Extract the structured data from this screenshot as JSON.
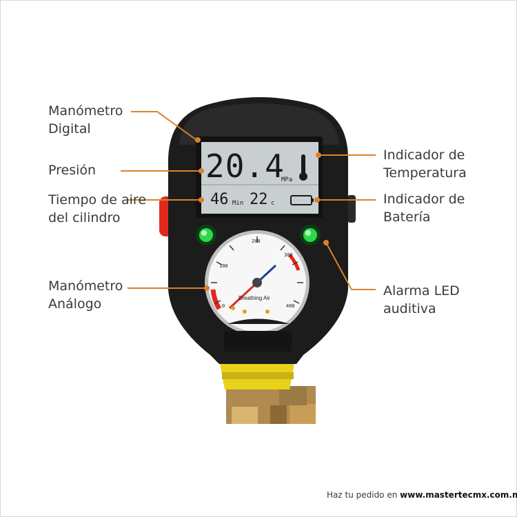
{
  "labels": {
    "digital_gauge": [
      "Manómetro",
      "Digital"
    ],
    "pressure": [
      "Presión"
    ],
    "cylinder_air_time": [
      "Tiempo de aire",
      "del cilindro"
    ],
    "analog_gauge": [
      "Manómetro",
      "Análogo"
    ],
    "temperature_indicator": [
      "Indicador de",
      "Temperatura"
    ],
    "battery_indicator": [
      "Indicador de",
      "Batería"
    ],
    "led_alarm": [
      "Alarma LED",
      "auditiva"
    ]
  },
  "lcd": {
    "pressure_value": "20.4",
    "pressure_unit": "MPa",
    "time_value": "46",
    "time_unit": "Min",
    "temp_value": "22",
    "temp_unit": "c"
  },
  "analog": {
    "dial_text": "Breathing Air",
    "ticks": [
      "0",
      "100",
      "200",
      "300",
      "400"
    ]
  },
  "footer": {
    "prefix": "Haz tu pedido en ",
    "site": "www.mastertecmx.com.mx"
  },
  "colors": {
    "callout_line": "#d9822b",
    "device_body": "#1c1c1c",
    "lcd_bg": "#c9cfd1",
    "led_green": "#2fd84a",
    "collar_yellow": "#e8d21a"
  }
}
